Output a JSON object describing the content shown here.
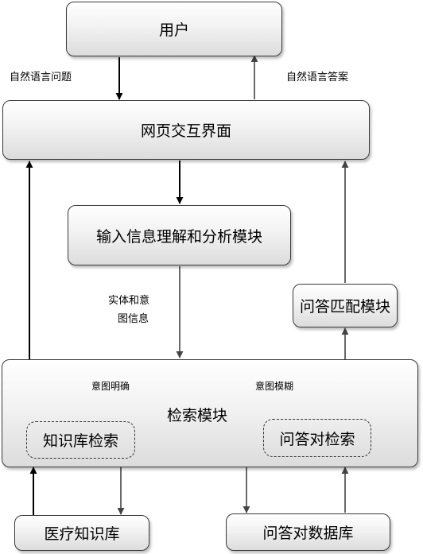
{
  "nodes": {
    "user": "用户",
    "web_ui": "网页交互界面",
    "input_module": "输入信息理解和分析模块",
    "qa_match": "问答匹配模块",
    "search_module": "检索模块",
    "kb_search": "知识库检索",
    "qa_pair_search": "问答对检索",
    "medical_kb": "医疗知识库",
    "qa_database": "问答对数据库"
  },
  "edges": {
    "nl_question": "自然语言问题",
    "nl_answer": "自然语言答案",
    "entity_intent_line1": "实体和意",
    "entity_intent_line2": "图信息",
    "intent_clear": "意图明确",
    "intent_fuzzy": "意图模糊"
  }
}
